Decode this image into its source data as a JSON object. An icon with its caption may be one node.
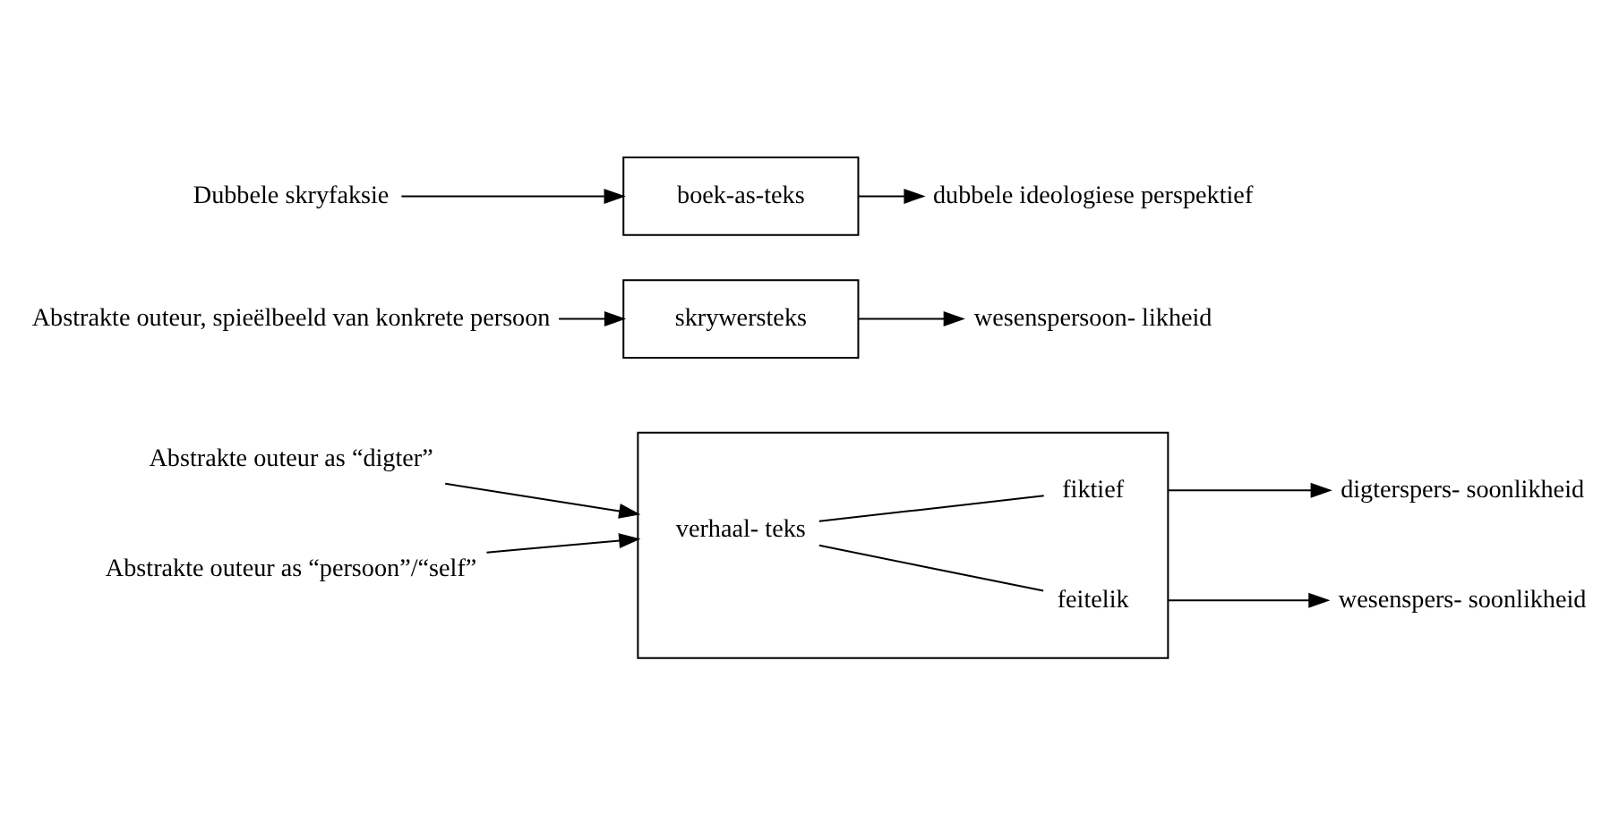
{
  "diagram": {
    "nodes": [
      {
        "text": [
          "Dubbele skryfaksie"
        ]
      },
      {
        "text": [
          "boek-as-teks"
        ]
      },
      {
        "text": [
          "dubbele ideologiese perspektief"
        ]
      },
      {
        "text": [
          "Abstrakte outeur, spieëlbeeld van konkrete persoon"
        ]
      },
      {
        "text": [
          "skrywersteks"
        ]
      },
      {
        "text": [
          "wesenspersoon- likheid"
        ]
      },
      {
        "text": [
          "Abstrakte outeur as “digter”"
        ]
      },
      {
        "text": [
          "Abstrakte outeur as “persoon”/“self”"
        ]
      },
      {
        "text": [],
        "shape": "box"
      },
      {
        "text": [
          "verhaal- teks"
        ],
        "in": 8
      },
      {
        "text": [
          "fiktief"
        ],
        "in": 8
      },
      {
        "text": [
          "feitelik"
        ],
        "in": 8
      },
      {
        "text": [
          "digterspers- soonlikheid"
        ]
      },
      {
        "text": [
          "wesenspers- soonlikheid"
        ]
      }
    ],
    "edges": [
      {
        "from": 0,
        "to": 1,
        "arrow": "to"
      },
      {
        "from": 1,
        "to": 2,
        "arrow": "to"
      },
      {
        "from": 3,
        "to": 4,
        "arrow": "to"
      },
      {
        "from": 4,
        "to": 5,
        "arrow": "to"
      },
      {
        "from": 6,
        "to": 8,
        "arrow": "to"
      },
      {
        "from": 7,
        "to": 8,
        "arrow": "to"
      },
      {
        "from": 9,
        "to": 10,
        "arrow": "none"
      },
      {
        "from": 9,
        "to": 11,
        "arrow": "none"
      },
      {
        "from": 8,
        "to": 12,
        "arrow": "to"
      },
      {
        "from": 8,
        "to": 13,
        "arrow": "to"
      }
    ]
  }
}
